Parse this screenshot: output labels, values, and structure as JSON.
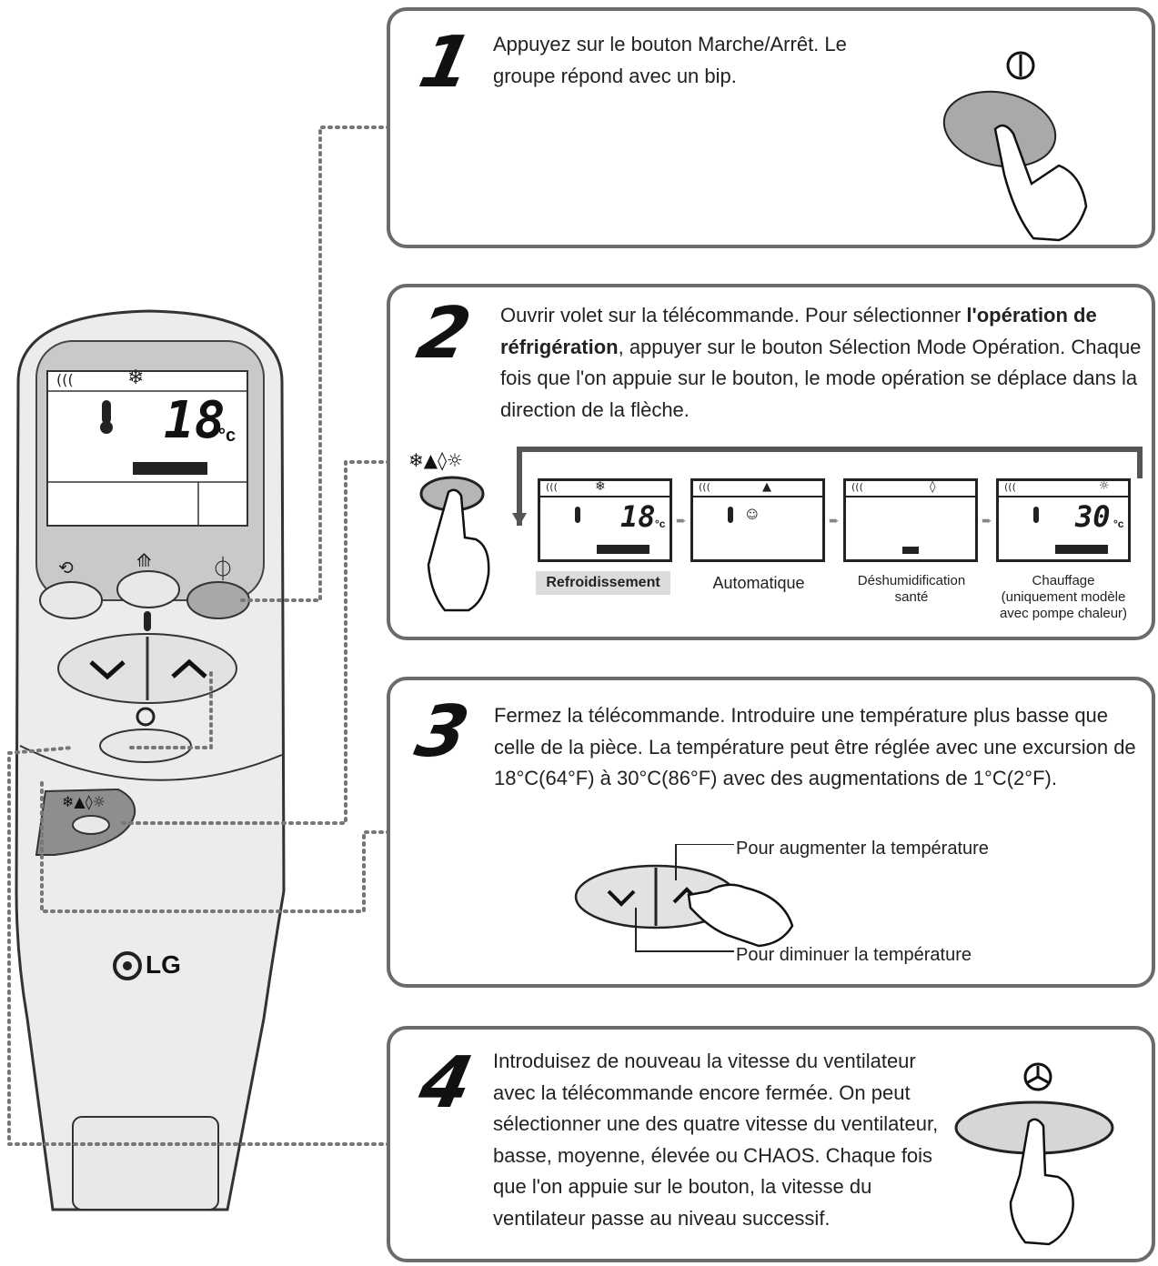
{
  "steps": [
    {
      "number": "1",
      "text": "Appuyez sur le bouton Marche/Arrêt. Le groupe répond avec un bip."
    },
    {
      "number": "2",
      "text_pre": "Ouvrir volet sur la télécommande. Pour sélectionner",
      "text_bold": "l'opération de réfrigération",
      "text_post": ", appuyer sur le bouton Sélection Mode Opération. Chaque fois que l'on appuie sur le bouton, le mode opération se déplace dans la direction de la flèche."
    },
    {
      "number": "3",
      "text": "Fermez la télécommande. Introduire une température plus basse que celle de la pièce. La température peut être réglée avec une excursion de 18°C(64°F) à 30°C(86°F) avec des augmentations de 1°C(2°F)."
    },
    {
      "number": "4",
      "text": "Introduisez de nouveau la vitesse du ventilateur avec la télécommande encore fermée. On peut sélectionner une des quatre vitesse du ventilateur, basse, moyenne, élevée ou CHAOS. Chaque fois que l'on appuie sur le bouton, la vitesse du ventilateur passe au niveau successif."
    }
  ],
  "modes": [
    {
      "label": "Refroidissement",
      "icon": "snowflake-icon",
      "temp": "18",
      "unit": "°c"
    },
    {
      "label": "Automatique",
      "icon": "auto-icon",
      "temp": "",
      "unit": ""
    },
    {
      "label": "Déshumidification santé",
      "icon": "drop-icon",
      "temp": "",
      "unit": ""
    },
    {
      "label": "Chauffage (uniquement modèle avec pompe chaleur)",
      "icon": "sun-icon",
      "temp": "30",
      "unit": "°c"
    }
  ],
  "mode_symbols": "❄▲◊☼",
  "step3_callouts": {
    "up": "Pour augmenter la température",
    "down": "Pour diminuer la température"
  },
  "remote": {
    "display_temp": "18",
    "display_unit": "°c",
    "brand": "LG",
    "power_symbol": "⏀",
    "mode_symbols": "❄▲◊☼"
  },
  "colors": {
    "panel_border": "#6b6b6b",
    "remote_body": "#e6e6e6",
    "button_grey": "#bdbdbd",
    "highlight_label": "#dcdcdc"
  }
}
